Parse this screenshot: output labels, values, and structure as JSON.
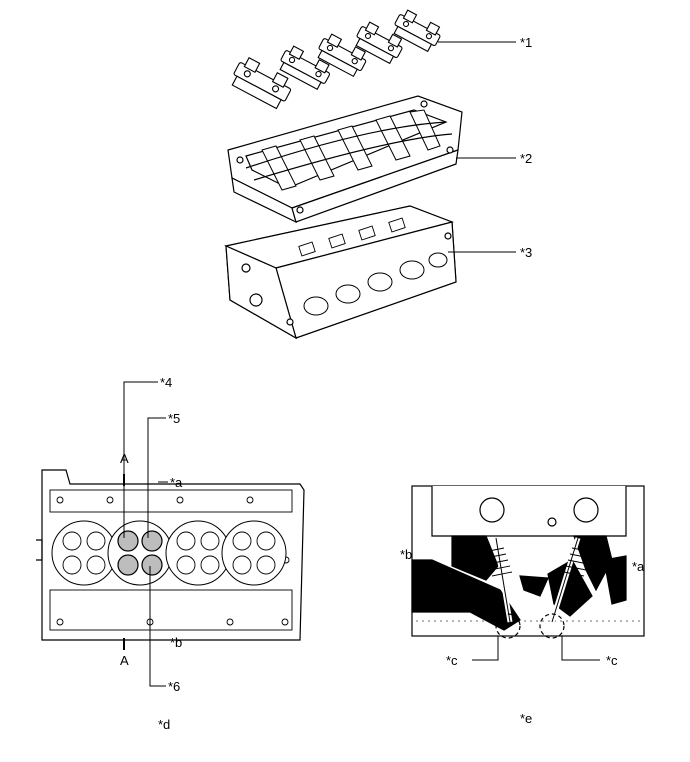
{
  "callouts": {
    "c1": "*1",
    "c2": "*2",
    "c3": "*3",
    "c4": "*4",
    "c5": "*5",
    "c6": "*6",
    "a_left": "*a",
    "b_left": "*b",
    "d": "*d",
    "e": "*e",
    "b_right": "*b",
    "a_right": "*a",
    "c_left": "*c",
    "c_right": "*c"
  },
  "section_marks": {
    "top": "A",
    "bottom": "A"
  }
}
